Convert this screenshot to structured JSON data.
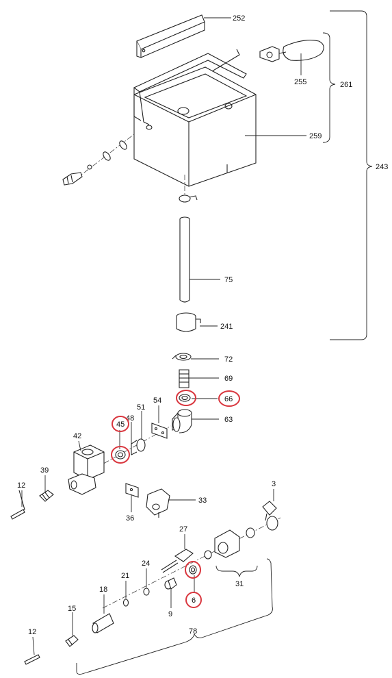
{
  "diagram": {
    "highlight_color": "#d9363e",
    "labels": {
      "p252": "252",
      "p255": "255",
      "p261": "261",
      "p259": "259",
      "p243": "243",
      "p75": "75",
      "p241": "241",
      "p72": "72",
      "p69": "69",
      "p66": "66",
      "p63": "63",
      "p54": "54",
      "p51": "51",
      "p48": "48",
      "p45": "45",
      "p42": "42",
      "p39": "39",
      "p12a": "12",
      "p36": "36",
      "p33": "33",
      "p3": "3",
      "p27": "27",
      "p31": "31",
      "p24": "24",
      "p21": "21",
      "p18": "18",
      "p9": "9",
      "p6": "6",
      "p15": "15",
      "p12b": "12",
      "p78": "78"
    }
  }
}
